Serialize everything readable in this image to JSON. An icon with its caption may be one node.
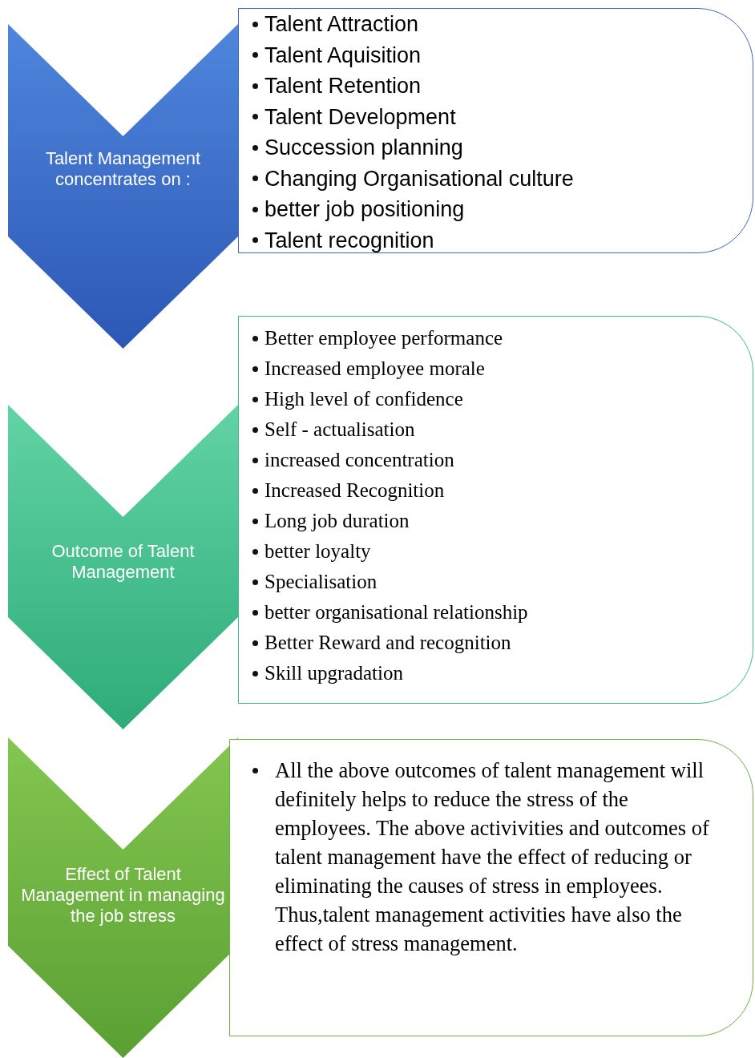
{
  "diagram": {
    "nodes": [
      {
        "text": [
          "Talent Management concentrates on :"
        ]
      },
      {
        "text": [
          "Talent Attraction",
          "Talent Aquisition",
          "Talent Retention",
          "Talent Development",
          "Succession planning",
          "Changing Organisational culture",
          "better job positioning",
          "Talent recognition"
        ]
      },
      {
        "text": [
          "Outcome of Talent Management"
        ]
      },
      {
        "text": [
          "Better employee performance",
          "Increased employee morale",
          "High level of confidence",
          "Self - actualisation",
          "increased concentration",
          "Increased Recognition",
          "Long job duration",
          "better loyalty",
          "Specialisation",
          "better organisational relationship",
          "Better Reward and recognition",
          "Skill upgradation"
        ]
      },
      {
        "text": [
          "Effect of Talent Management in managing the job stress"
        ]
      },
      {
        "text": [
          "All the above outcomes of talent management will definitely helps to reduce the stress of the employees. The above activivities and outcomes of talent management have the effect of reducing or eliminating the causes of stress in employees. Thus,talent management activities have also the effect of stress management."
        ]
      }
    ],
    "edges": []
  }
}
